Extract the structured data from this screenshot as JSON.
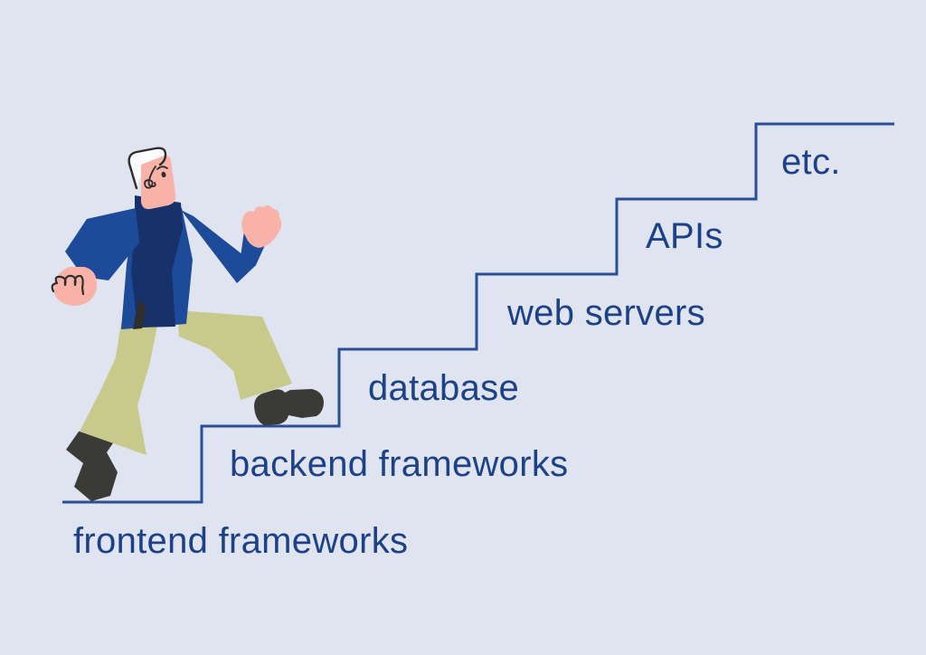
{
  "scene": {
    "background_color": "#dfe4f0",
    "stair_line_color": "#2b4f96",
    "label_color": "#1d4187",
    "steps": [
      {
        "label": "frontend frameworks"
      },
      {
        "label": "backend frameworks"
      },
      {
        "label": "database"
      },
      {
        "label": "web servers"
      },
      {
        "label": "APIs"
      },
      {
        "label": "etc."
      }
    ],
    "character": {
      "skin_color": "#f9b2a8",
      "sweater_color": "#1e4a9a",
      "sweater_shade_color": "#17316a",
      "pants_color": "#c8ca8b",
      "shoe_color": "#3a3a37",
      "hair_color": "#fbfbfd",
      "outline_color": "#2e2e2e"
    }
  }
}
